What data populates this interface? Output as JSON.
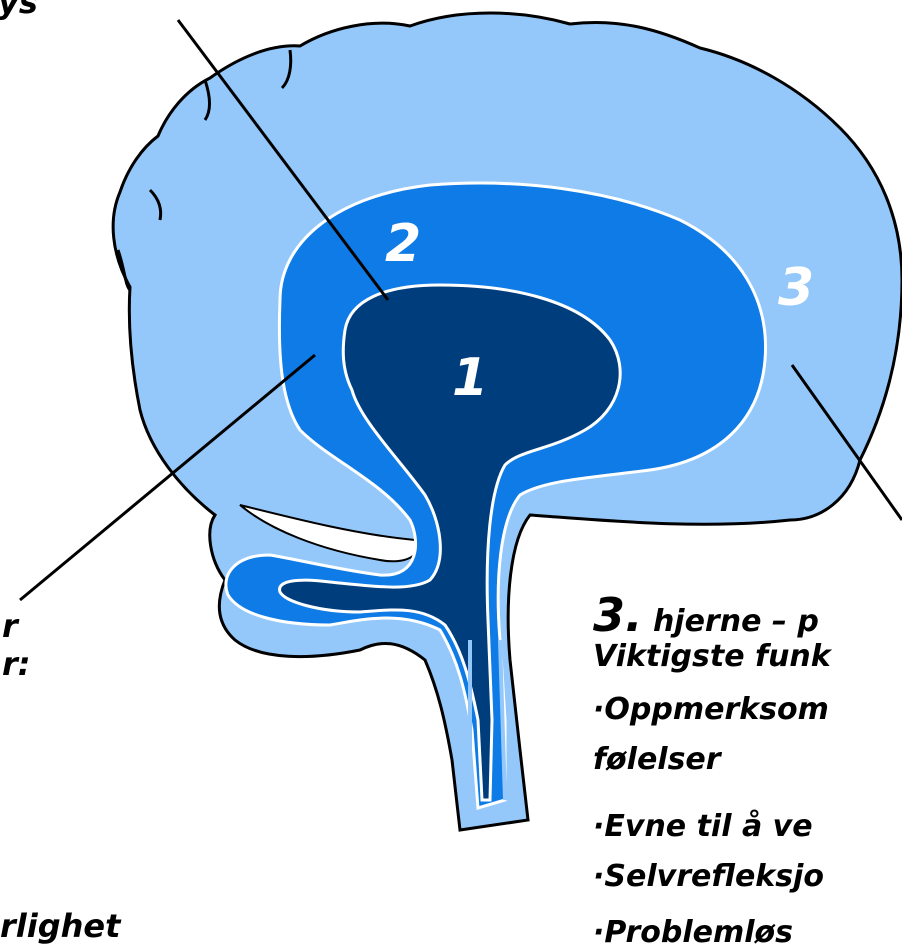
{
  "colors": {
    "outer_layer": "#94c8fa",
    "middle_layer": "#0e7be6",
    "inner_layer": "#003d7d",
    "outline": "#000000",
    "separator": "#ffffff"
  },
  "region_numbers": {
    "inner": "1",
    "middle": "2",
    "outer": "3"
  },
  "top_left_fragment": "ys",
  "left_fragments": {
    "line1": "r",
    "line2": "r:",
    "bottom": "rlighet"
  },
  "right_text": {
    "heading_number": "3.",
    "heading_text": "hjerne – p",
    "functions_title": "Viktigste funk",
    "bullets": [
      "·Oppmerksom",
      "følelser",
      "·Evne til å ve",
      "·Selvrefleksjo",
      "·Problemløs"
    ]
  }
}
